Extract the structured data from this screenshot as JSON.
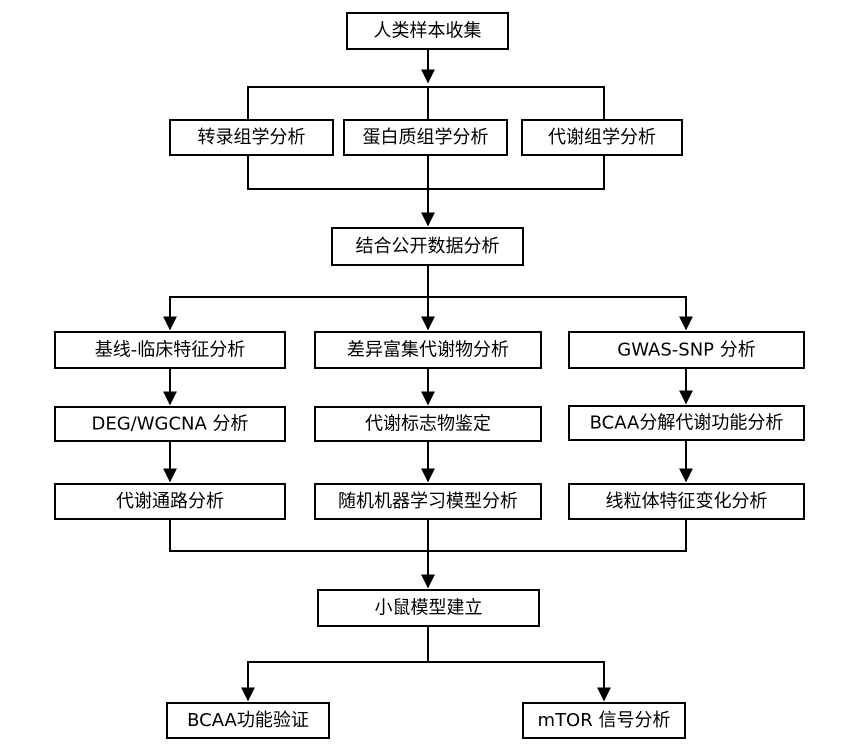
{
  "nodes": {
    "sample_collection": "人类样本收集",
    "transcriptomics": "转录组学分析",
    "proteomics": "蛋白质组学分析",
    "metabolomics": "代谢组学分析",
    "public_data": "结合公开数据分析",
    "baseline_clinical": "基线-临床特征分析",
    "deg_wgcna": "DEG/WGCNA 分析",
    "metabolic_pathway": "代谢通路分析",
    "diff_metabolites": "差异富集代谢物分析",
    "metabolite_id": "代谢标志物鉴定",
    "random_forest_ml": "随机机器学习模型分析",
    "gwas_snp": "GWAS-SNP 分析",
    "bcaa_catabolism": "BCAA分解代谢功能分析",
    "mitochondria": "线粒体特征变化分析",
    "mouse_model": "小鼠模型建立",
    "bcaa_validation": "BCAA功能验证",
    "mtor_signaling": "mTOR 信号分析"
  },
  "colors": {
    "stroke": "#000000",
    "fill": "#ffffff"
  }
}
